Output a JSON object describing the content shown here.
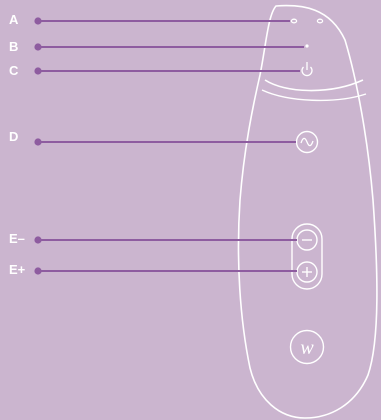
{
  "callouts": [
    {
      "id": "A",
      "label": "A"
    },
    {
      "id": "B",
      "label": "B"
    },
    {
      "id": "C",
      "label": "C"
    },
    {
      "id": "D",
      "label": "D"
    },
    {
      "id": "E-minus",
      "label": "E–"
    },
    {
      "id": "E-plus",
      "label": "E+"
    }
  ],
  "device": {
    "controls": {
      "power": "power-icon",
      "mode": "wave-icon",
      "decrease": "minus-icon",
      "increase": "plus-icon"
    },
    "logo": "w"
  },
  "colors": {
    "background": "#cbb5cf",
    "outline": "#ffffff",
    "callout_line": "#8e5ca0"
  }
}
